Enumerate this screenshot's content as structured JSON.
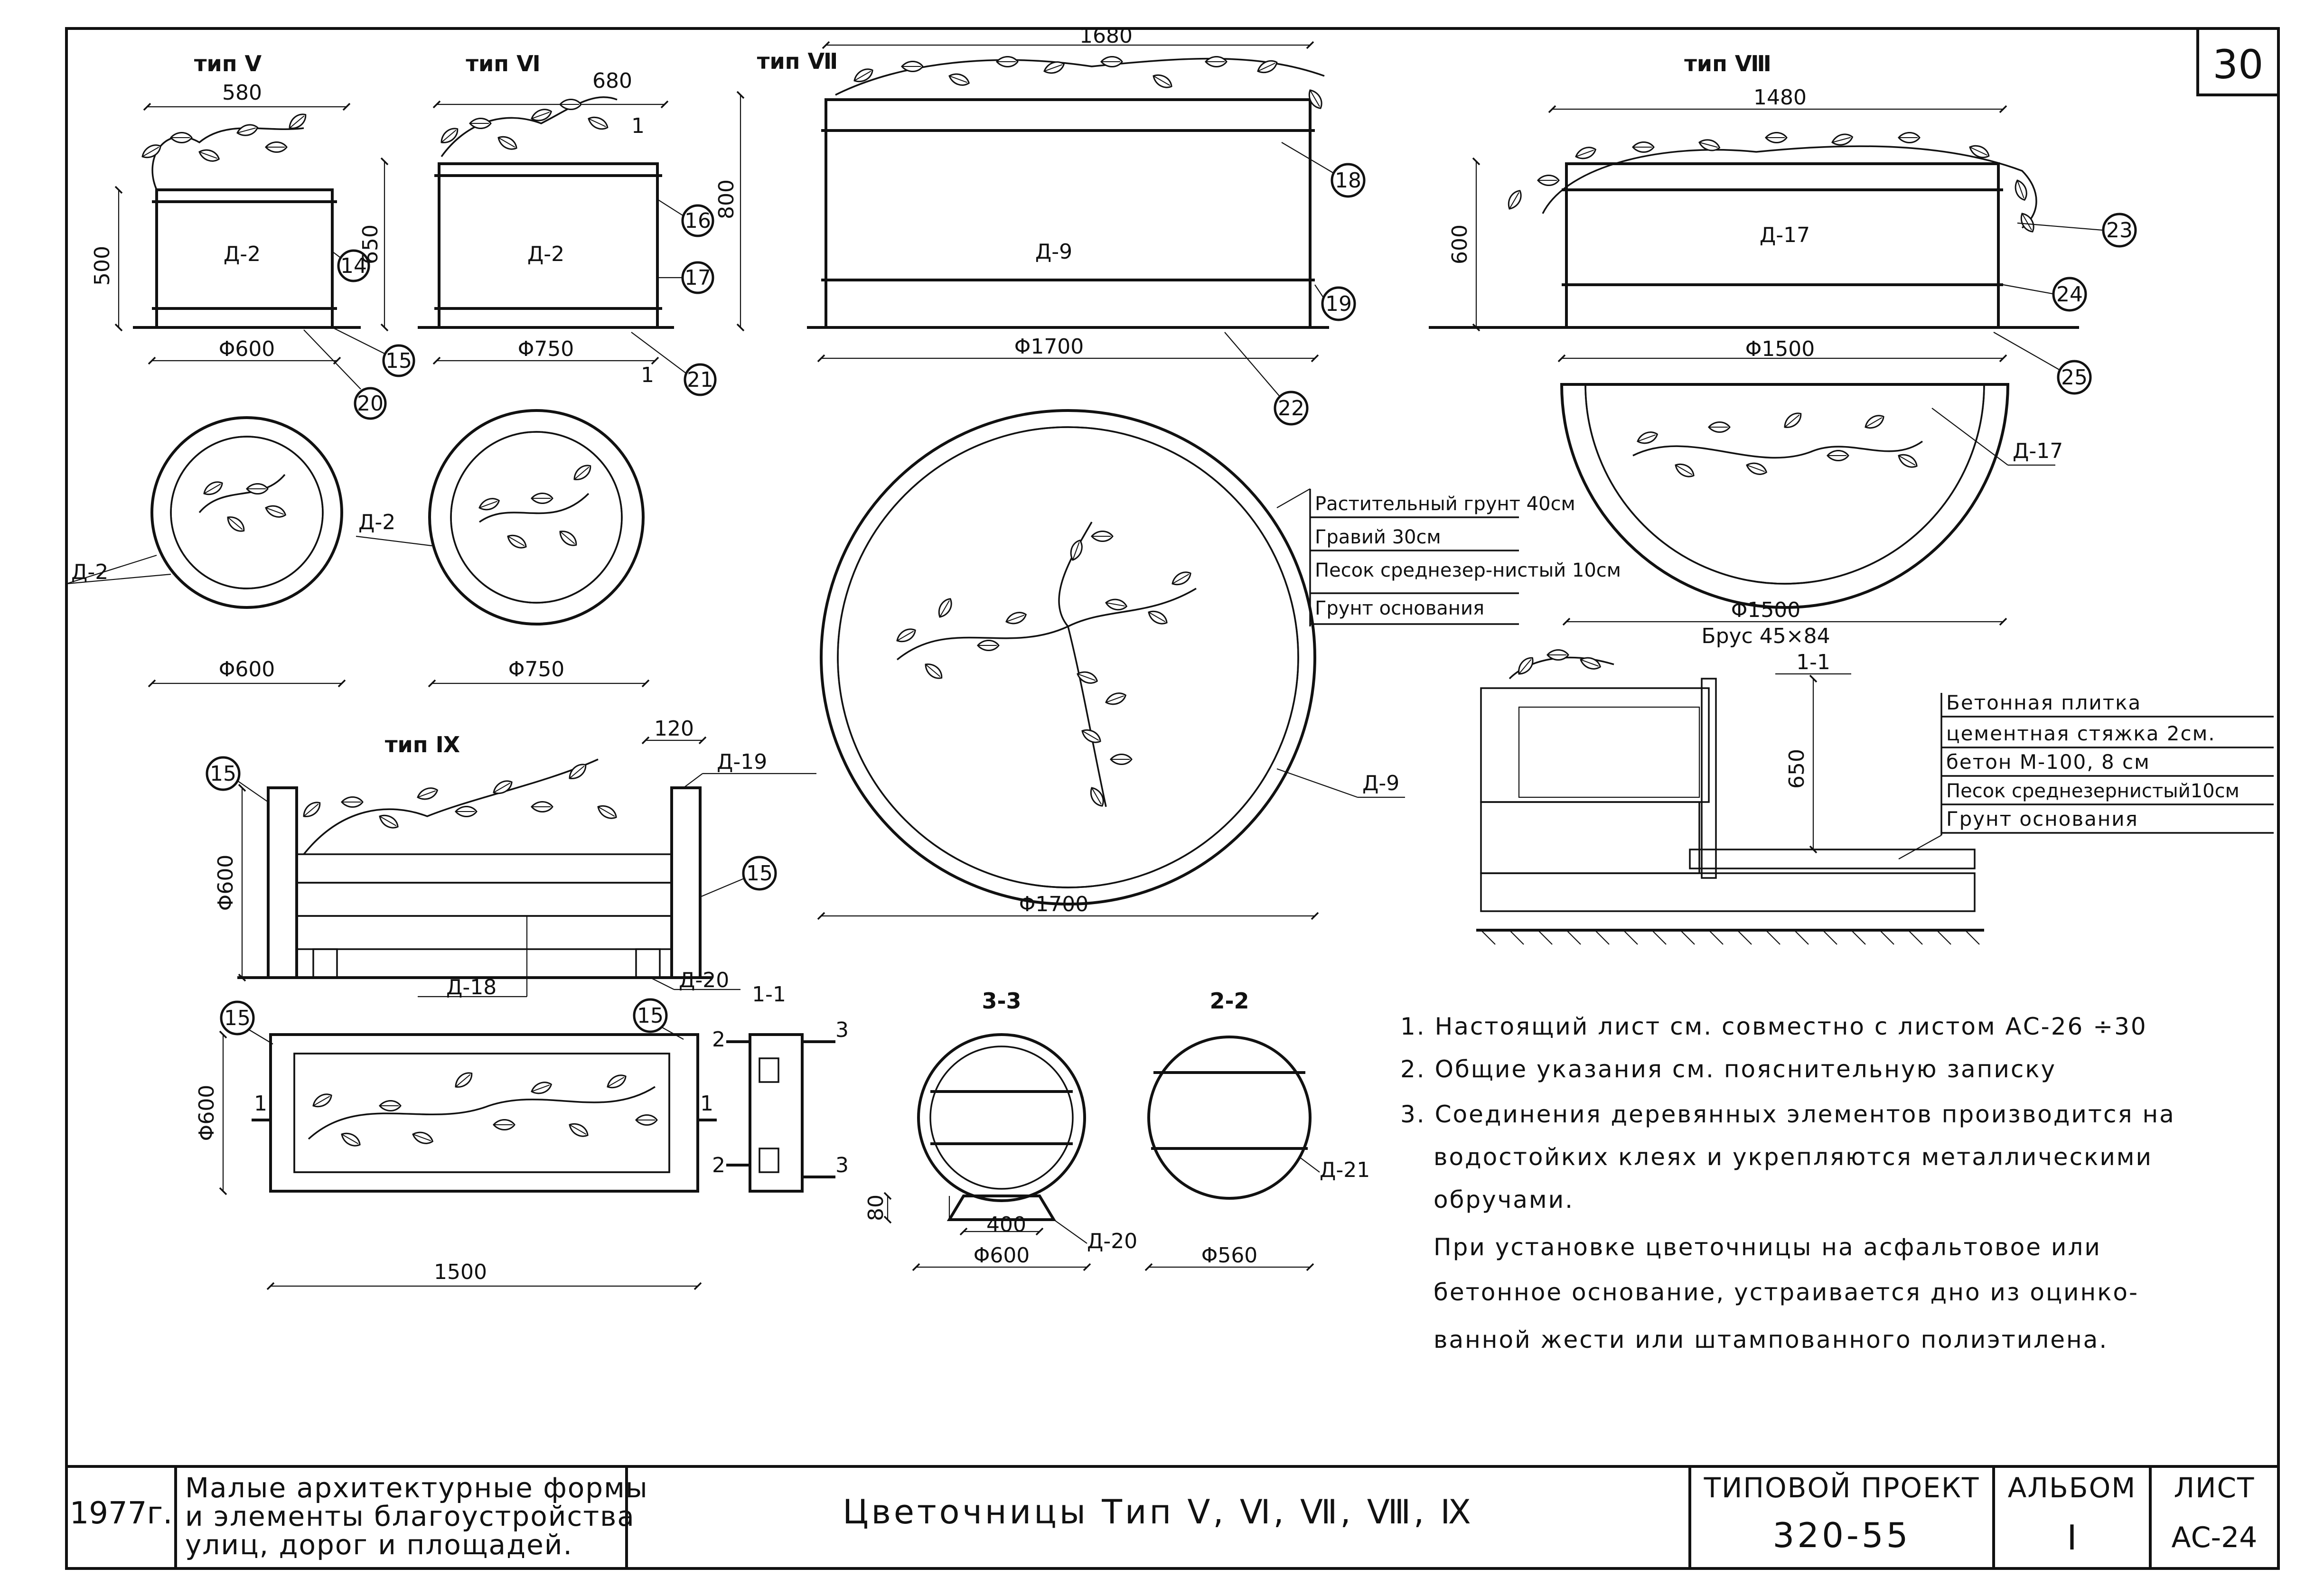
{
  "sheet_number": "30",
  "views": {
    "type5": {
      "title": "тип Ⅴ",
      "top_width": "580",
      "height": "500",
      "base_dia": "Φ600",
      "detail": "Д-2",
      "callouts": [
        "14",
        "15",
        "20"
      ],
      "plan_dia": "Φ600",
      "plan_label": "Д-2"
    },
    "type6": {
      "title": "тип Ⅵ",
      "top_width": "680",
      "height": "650",
      "base_dia": "Φ750",
      "detail": "Д-2",
      "callouts": [
        "16",
        "17",
        "21"
      ],
      "plan_dia": "Φ750",
      "plan_label": "Д-2",
      "mark_1a": "1",
      "mark_1b": "1"
    },
    "type7": {
      "title": "тип Ⅶ",
      "top_width": "1680",
      "height": "800",
      "base_dia": "Φ1700",
      "detail": "Д-9",
      "callouts": [
        "18",
        "19",
        "22"
      ],
      "plan_dia": "Φ1700",
      "plan_label": "Д-9"
    },
    "type8": {
      "title": "тип Ⅷ",
      "top_width": "1480",
      "height": "600",
      "base_dia": "Φ1500",
      "detail": "Д-17",
      "callouts": [
        "23",
        "24",
        "25"
      ],
      "plan_dia": "Φ1500",
      "plan_label": "Д-17",
      "beam": "Брус 45×84"
    },
    "type9": {
      "title": "тип Ⅸ",
      "width_top": "120",
      "height": "Φ600",
      "length": "1500",
      "labels": {
        "d19": "Д-19",
        "d18": "Д-18",
        "d20": "Д-20"
      },
      "callouts": [
        "15",
        "15",
        "15",
        "15"
      ],
      "plan_height": "Φ600",
      "marks": [
        "1",
        "1",
        "2",
        "2",
        "3",
        "3"
      ]
    }
  },
  "layers_round": [
    "Растительный грунт 40см",
    "Гравий 30см",
    "Песок среднезер-нистый 10см",
    "Грунт основания"
  ],
  "section_1_1": {
    "title": "1-1",
    "height": "650",
    "layers": [
      "Бетонная плитка",
      "цементная стяжка 2см.",
      "бетон М-100, 8 см",
      "Песок среднезернистый10см",
      "Грунт основания"
    ]
  },
  "section_11_small": "1-1",
  "section_33": {
    "title": "3-3",
    "dim_80": "80",
    "dim_400": "400",
    "dia": "Φ600",
    "label": "Д-20"
  },
  "section_22": {
    "title": "2-2",
    "dia": "Φ560",
    "label": "Д-21"
  },
  "notes": [
    "1. Настоящий лист см. совместно с листом АС-26 ÷30",
    "2. Общие указания см. пояснительную записку",
    "3. Соединения деревянных элементов производится на",
    "водостойких клеях и укрепляются металлическими",
    "обручами.",
    "При установке цветочницы на асфальтовое или",
    "бетонное основание, устраивается дно из оцинко-",
    "ванной жести или штампованного полиэтилена."
  ],
  "title_block": {
    "year": "1977г.",
    "subject_lines": [
      "Малые архитектурные формы",
      "и элементы благоустройства",
      "улиц, дорог и площадей."
    ],
    "drawing_title": "Цветочницы Тип Ⅴ, Ⅵ, Ⅶ, Ⅷ, Ⅸ",
    "project_label": "ТИПОВОЙ ПРОЕКТ",
    "project_number": "320-55",
    "album_label": "АЛЬБОМ",
    "album_number": "I",
    "sheet_label": "ЛИСТ",
    "sheet_code": "АС-24"
  }
}
